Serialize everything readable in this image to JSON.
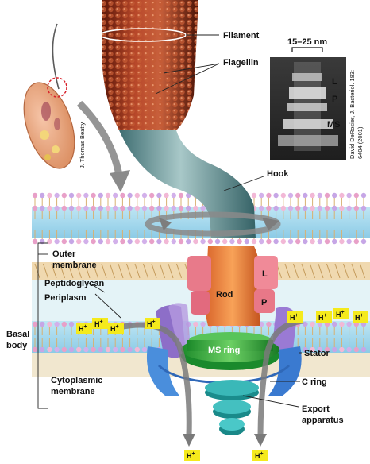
{
  "labels": {
    "filament": "Filament",
    "flagellin": "Flagellin",
    "hook": "Hook",
    "outer_membrane_1": "Outer",
    "outer_membrane_2": "membrane",
    "peptidoglycan": "Peptidoglycan",
    "periplasm": "Periplasm",
    "basal_body_1": "Basal",
    "basal_body_2": "body",
    "cytoplasmic_1": "Cytoplasmic",
    "cytoplasmic_2": "membrane",
    "rod": "Rod",
    "l_ring": "L",
    "p_ring": "P",
    "ms_ring": "MS ring",
    "stator": "Stator",
    "c_ring": "C ring",
    "export_1": "Export",
    "export_2": "apparatus"
  },
  "micrograph": {
    "scale": "15–25 nm",
    "l": "L",
    "p": "P",
    "ms": "MS"
  },
  "credits": {
    "beatty": "J. Thomas Beatty",
    "derosier_1": "David DeRosier, J. Bacteriol. 183:",
    "derosier_2": "6404 (2001)"
  },
  "protons": {
    "label": "H+",
    "symbol": "H",
    "charge": "+"
  }
}
